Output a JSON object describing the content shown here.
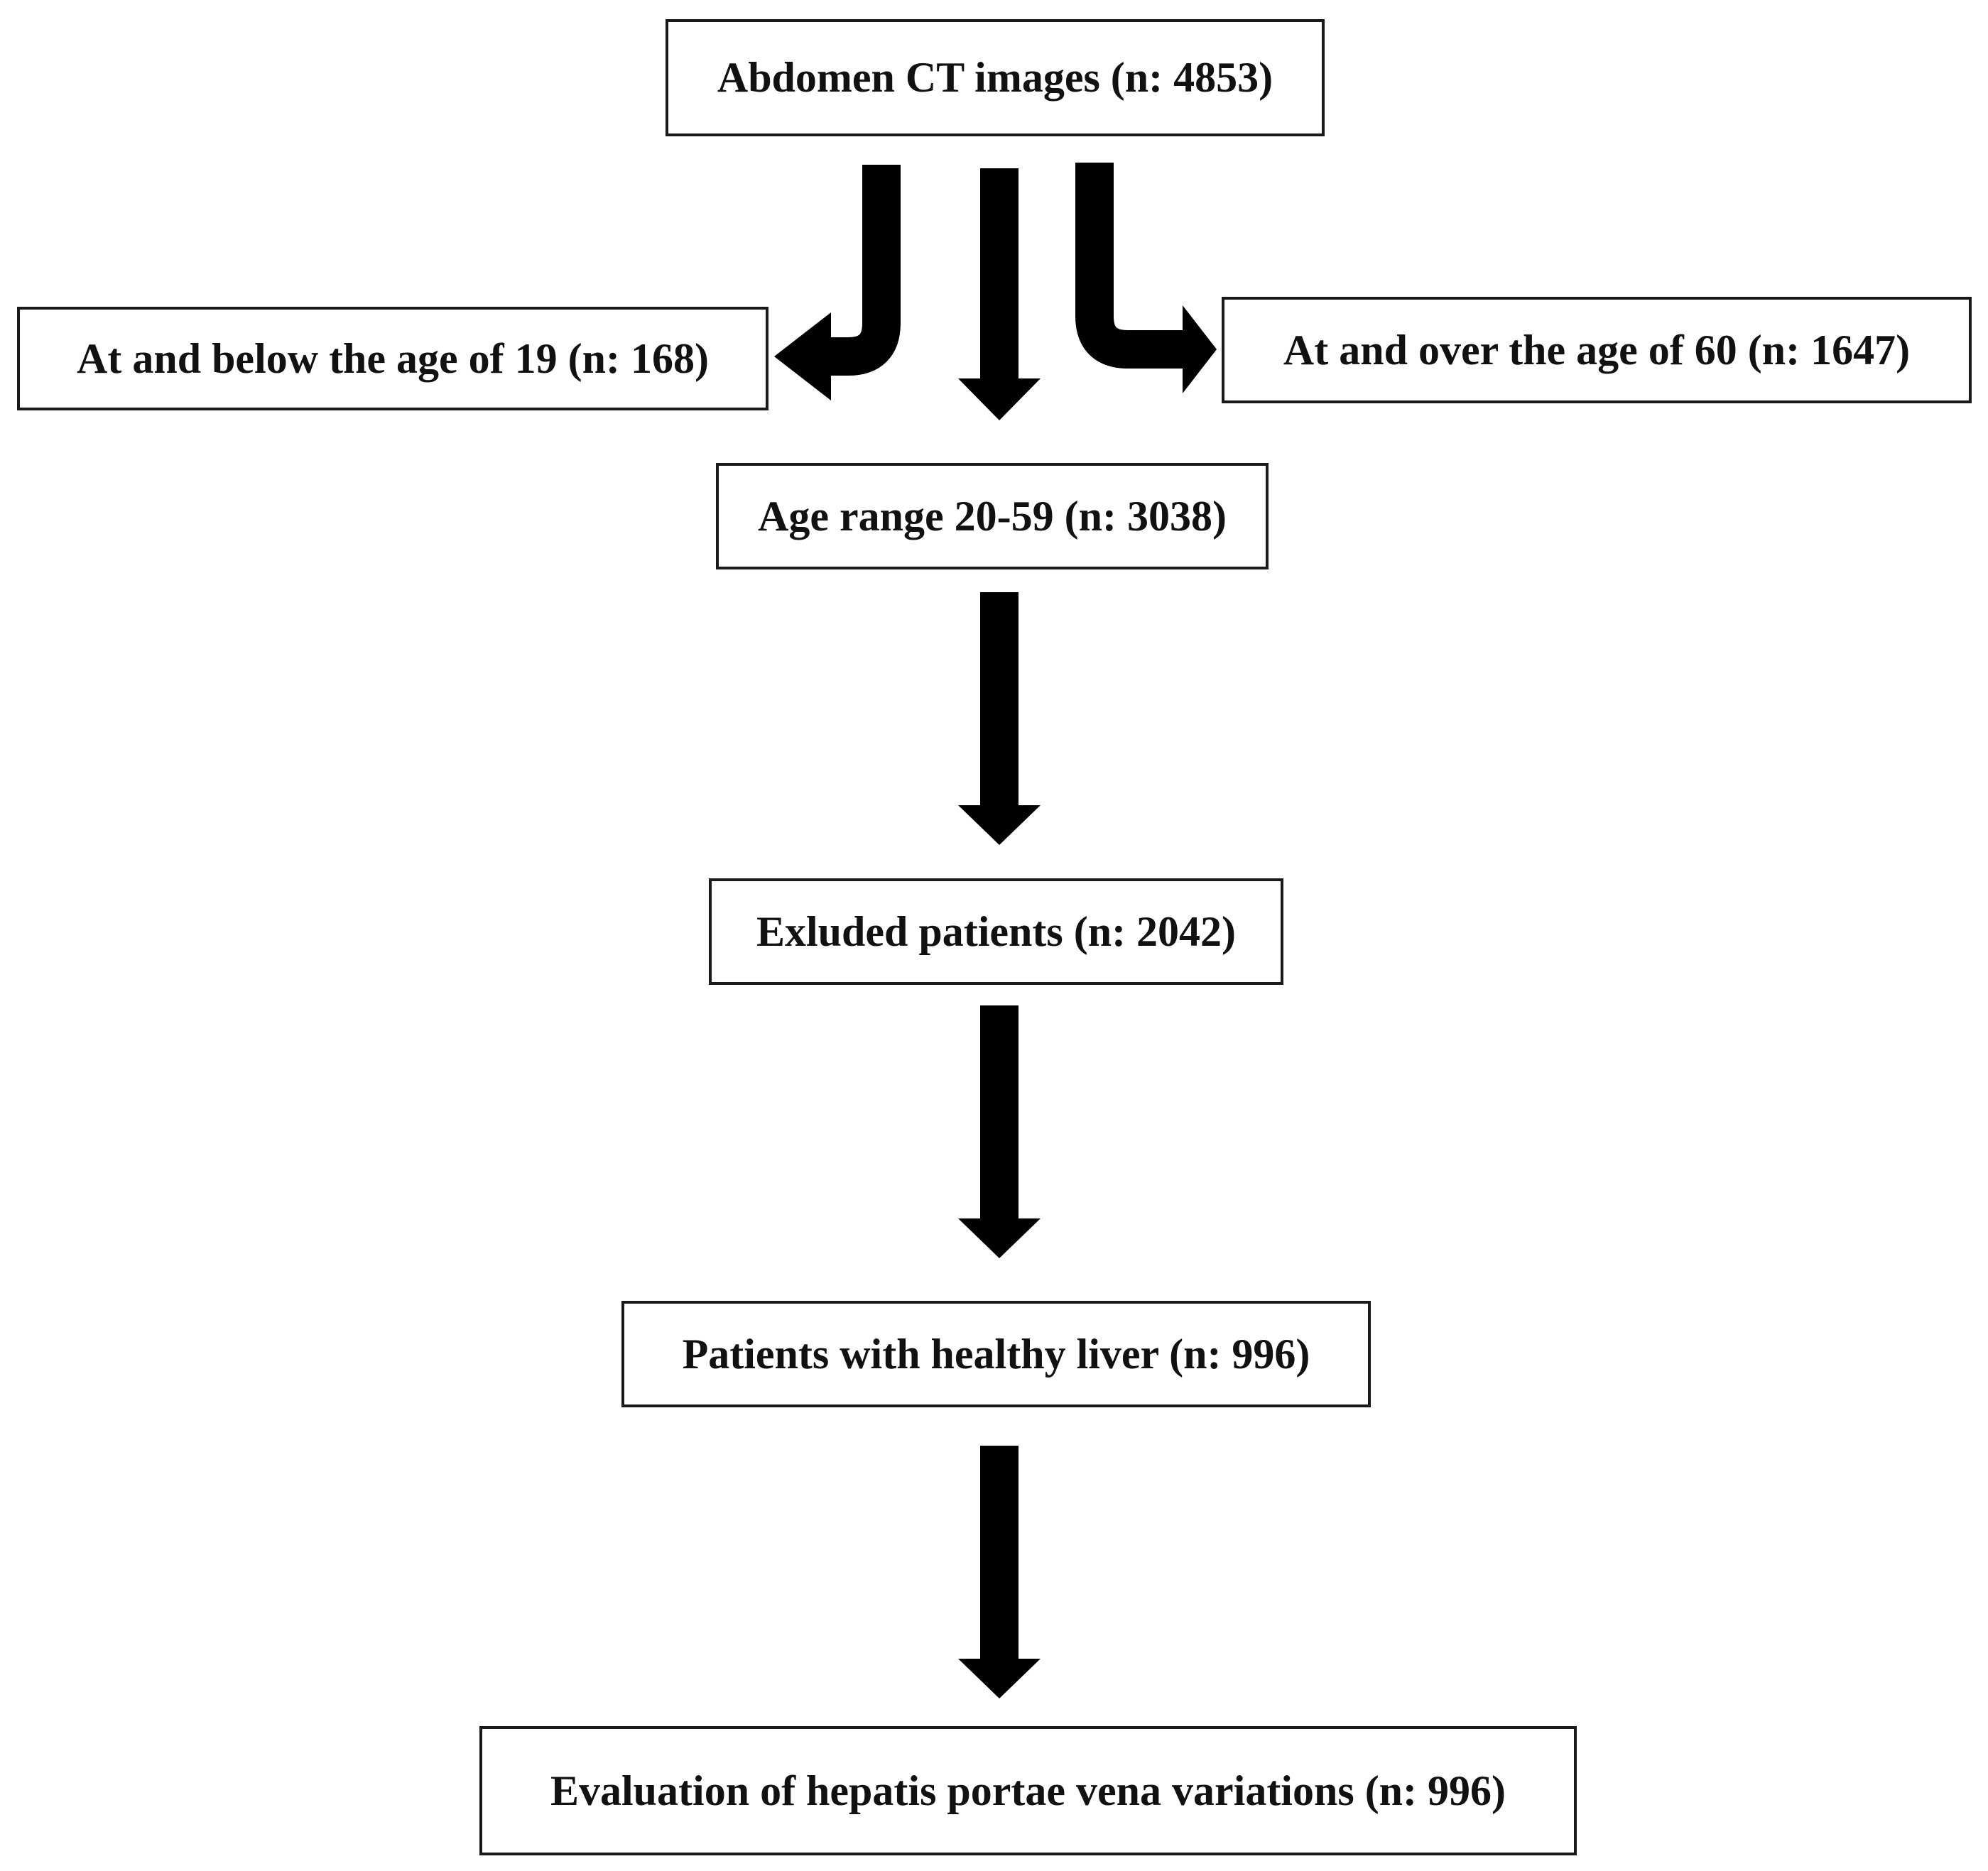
{
  "flowchart": {
    "nodes": {
      "start": "Abdomen CT images (n: 4853)",
      "left": "At and below the age of 19 (n: 168)",
      "right": "At and over the age of 60 (n: 1647)",
      "age_range": "Age range 20-59 (n: 3038)",
      "excluded": "Exluded patients (n: 2042)",
      "healthy": "Patients with healthy liver (n: 996)",
      "evaluation": "Evaluation of hepatis portae vena variations (n: 996)"
    },
    "edges": [
      {
        "from": "start",
        "to": "left"
      },
      {
        "from": "start",
        "to": "age_range"
      },
      {
        "from": "start",
        "to": "right"
      },
      {
        "from": "age_range",
        "to": "excluded"
      },
      {
        "from": "excluded",
        "to": "healthy"
      },
      {
        "from": "healthy",
        "to": "evaluation"
      }
    ],
    "colors": {
      "arrow": "#000000",
      "border": "#1a1a1a",
      "text": "#111111"
    }
  }
}
